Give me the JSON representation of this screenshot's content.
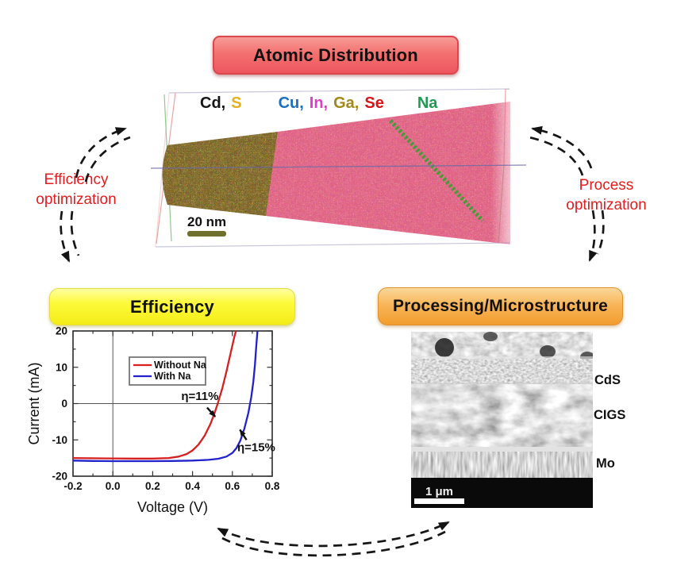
{
  "header": {
    "title": "Atomic Distribution"
  },
  "apt": {
    "elements": [
      {
        "text": "Cd,",
        "color": "#161616",
        "gap": 7
      },
      {
        "text": "S",
        "color": "#e8af1c",
        "gap": 46
      },
      {
        "text": "Cu,",
        "color": "#1b6fc2",
        "gap": 7
      },
      {
        "text": "In,",
        "color": "#e03ccd",
        "gap": 7
      },
      {
        "text": "Ga,",
        "color": "#a5881b",
        "gap": 7
      },
      {
        "text": "Se",
        "color": "#d81417",
        "gap": 42
      },
      {
        "text": "Na",
        "color": "#1d9b52",
        "gap": 0
      }
    ],
    "scale_label": "20 nm"
  },
  "cycle": {
    "left": {
      "line1": "Efficiency",
      "line2": "optimization"
    },
    "right": {
      "line1": "Process",
      "line2": "optimization"
    }
  },
  "panels": {
    "efficiency": "Efficiency",
    "processing": "Processing/Microstructure"
  },
  "sem": {
    "labels": [
      "CdS",
      "CIGS",
      "Mo"
    ],
    "scale_label": "1 μm"
  },
  "colors": {
    "title_box": "#f2696c",
    "efficiency_box": "#fcf832",
    "processing_box": "#f6a93c",
    "cycle_text": "#e41c1c",
    "curve_without_na": "#d81f1f",
    "curve_with_na": "#2222cc"
  },
  "chart_data": {
    "type": "line",
    "xlabel": "Voltage (V)",
    "ylabel": "Current (mA)",
    "xlim": [
      -0.2,
      0.8
    ],
    "ylim": [
      -20,
      20
    ],
    "grid": false,
    "legend_position": "upper-left-of-center",
    "xticks": {
      "values": [
        -0.2,
        0.0,
        0.2,
        0.4,
        0.6,
        0.8
      ],
      "labels": [
        "-0.2",
        "0.0",
        "0.2",
        "0.4",
        "0.6",
        "0.8"
      ],
      "minor_step": 0.1
    },
    "yticks": {
      "values": [
        -20,
        -10,
        0,
        10,
        20
      ],
      "labels": [
        "-20",
        "-10",
        "0",
        "10",
        "20"
      ],
      "minor_step": 5
    },
    "series": [
      {
        "name": "Without Na",
        "color": "#d81f1f",
        "points": [
          [
            -0.2,
            -15.0
          ],
          [
            -0.1,
            -15.05
          ],
          [
            0.0,
            -15.1
          ],
          [
            0.1,
            -15.15
          ],
          [
            0.2,
            -15.15
          ],
          [
            0.28,
            -15.0
          ],
          [
            0.33,
            -14.6
          ],
          [
            0.37,
            -13.9
          ],
          [
            0.4,
            -12.9
          ],
          [
            0.43,
            -11.3
          ],
          [
            0.46,
            -8.9
          ],
          [
            0.49,
            -5.6
          ],
          [
            0.51,
            -2.7
          ],
          [
            0.53,
            0.6
          ],
          [
            0.55,
            4.4
          ],
          [
            0.57,
            8.8
          ],
          [
            0.59,
            13.6
          ],
          [
            0.61,
            18.4
          ],
          [
            0.618,
            20.0
          ]
        ]
      },
      {
        "name": "With Na",
        "color": "#2222cc",
        "points": [
          [
            -0.2,
            -15.7
          ],
          [
            -0.1,
            -15.8
          ],
          [
            0.0,
            -15.85
          ],
          [
            0.1,
            -15.85
          ],
          [
            0.2,
            -15.85
          ],
          [
            0.3,
            -15.8
          ],
          [
            0.4,
            -15.7
          ],
          [
            0.48,
            -15.5
          ],
          [
            0.53,
            -15.2
          ],
          [
            0.57,
            -14.6
          ],
          [
            0.6,
            -13.6
          ],
          [
            0.62,
            -12.3
          ],
          [
            0.64,
            -10.2
          ],
          [
            0.66,
            -6.9
          ],
          [
            0.68,
            -2.6
          ],
          [
            0.695,
            1.8
          ],
          [
            0.705,
            6.0
          ],
          [
            0.713,
            10.6
          ],
          [
            0.72,
            15.8
          ],
          [
            0.726,
            20.0
          ]
        ]
      }
    ],
    "annotations": [
      {
        "text": "η=11%",
        "x": 0.437,
        "y": 2.1,
        "arrow": {
          "from": [
            0.473,
            -1.1
          ],
          "to": [
            0.514,
            -3.6
          ]
        }
      },
      {
        "text": "η=15%",
        "x": 0.72,
        "y": -12.0,
        "arrow": {
          "from": [
            0.671,
            -10.0
          ],
          "to": [
            0.638,
            -7.2
          ]
        }
      }
    ]
  }
}
